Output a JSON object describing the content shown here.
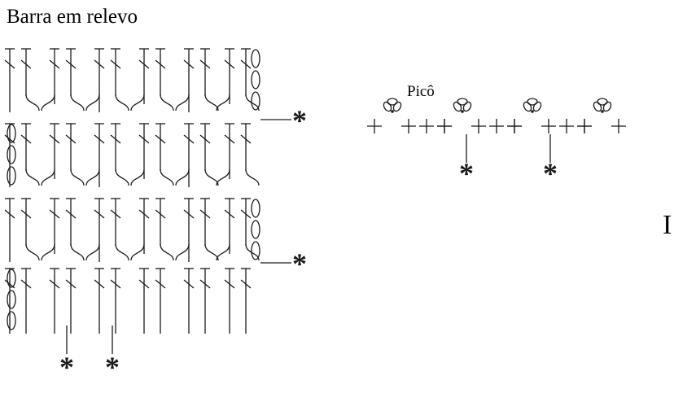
{
  "title": "Barra em relevo",
  "pico_label": "Picô",
  "marker_symbol": "*",
  "cut_off_glyph": "I",
  "stroke_color": "#1a1a1a",
  "background_color": "#ffffff",
  "relief_bar": {
    "rows": 4,
    "stitch_pairs_per_row": 6,
    "turning_chains_per_row": 3,
    "marker_count": 4
  },
  "pico_strip": {
    "picot_count": 4,
    "single_crochet_between_picots": 3,
    "marker_count": 2
  }
}
